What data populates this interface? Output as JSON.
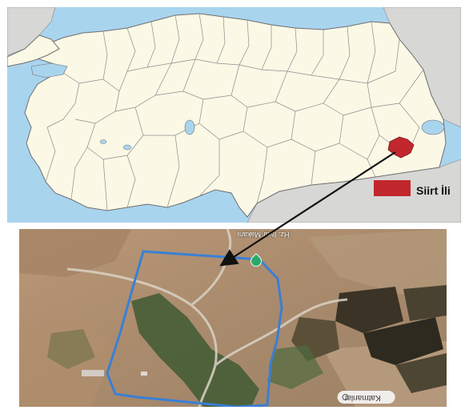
{
  "map": {
    "legend_label": "Siirt İli",
    "colors": {
      "sea": "#a9d4ee",
      "land": "#fbf8e6",
      "neighbor": "#d7d7d5",
      "border": "#8c8c8c",
      "highlight": "#c1272d",
      "lake": "#a9d4ee"
    }
  },
  "satellite": {
    "top_label": "Hz. Ilvar Makanı",
    "place_chip": "Katmanlar",
    "colors": {
      "boundary": "#3a7fd5",
      "arrow": "#111111"
    }
  }
}
